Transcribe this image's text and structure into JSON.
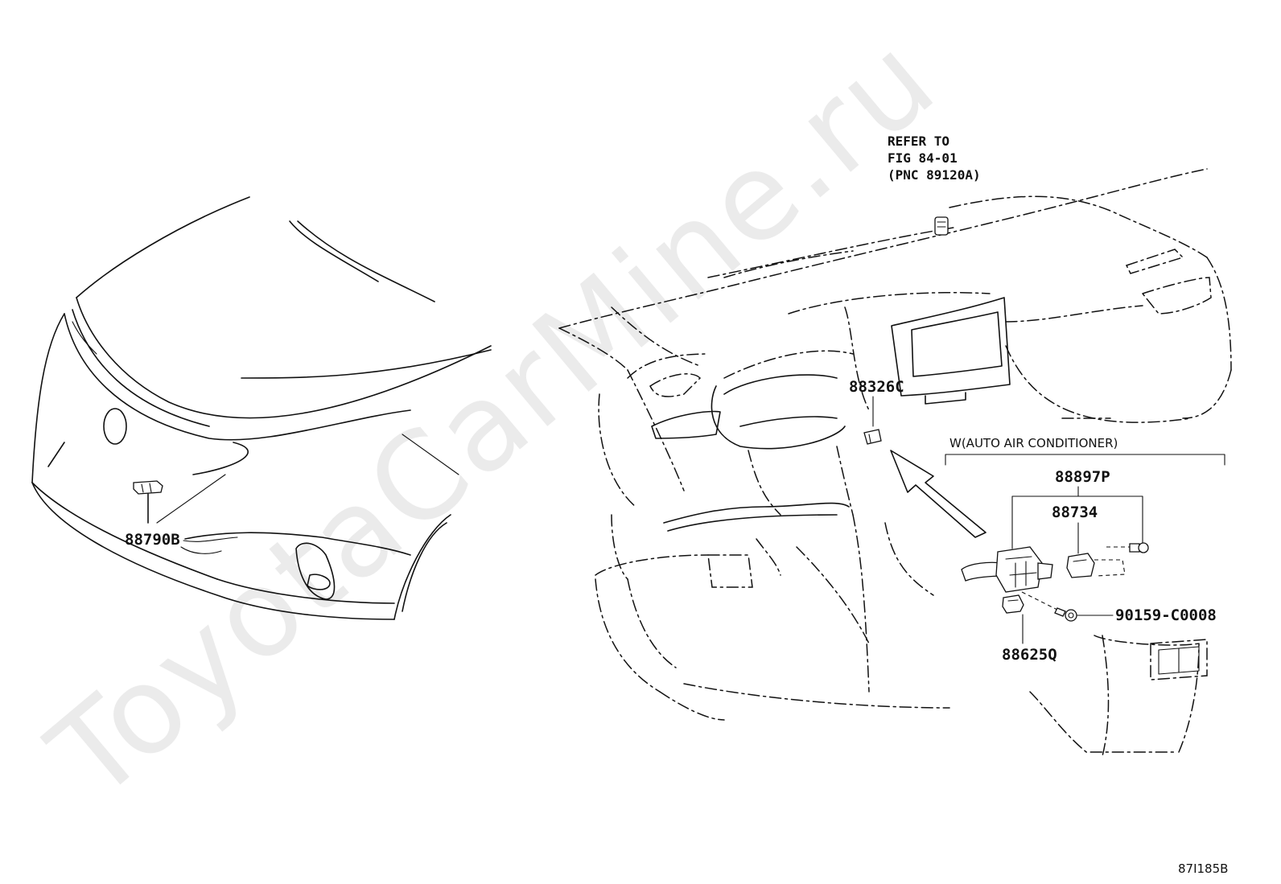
{
  "watermark": "ToyotaCarMine.ru",
  "figure_code": "87I185B",
  "refer_note": {
    "line1": "REFER TO",
    "line2": "FIG 84-01",
    "line3": "(PNC 89120A)"
  },
  "option_box_label": "W(AUTO AIR CONDITIONER)",
  "parts": {
    "p88790B": "88790B",
    "p88326C": "88326C",
    "p88897P": "88897P",
    "p88734": "88734",
    "p90159": "90159-C0008",
    "p88625Q": "88625Q"
  }
}
